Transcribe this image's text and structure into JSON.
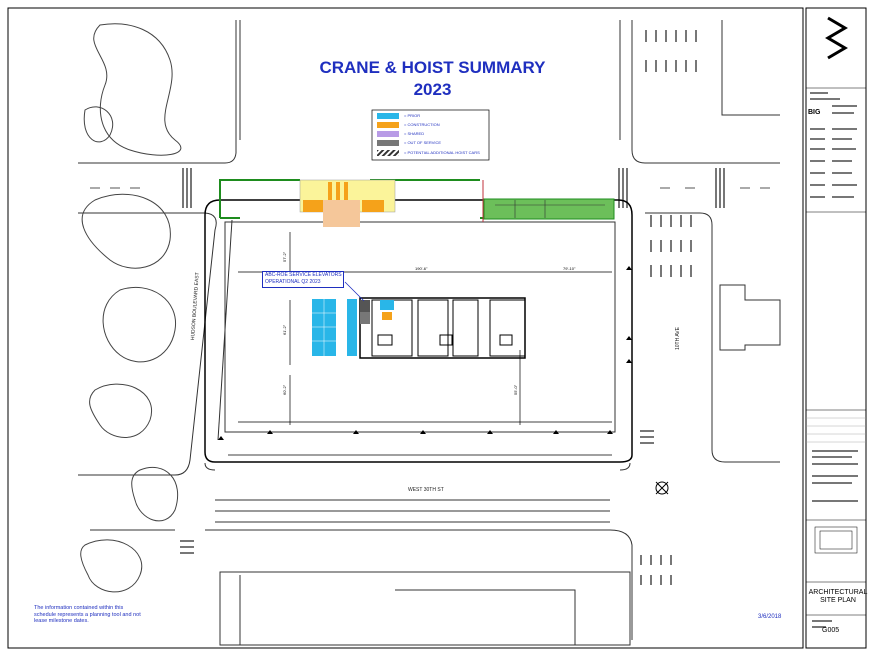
{
  "title": {
    "line1": "CRANE & HOIST SUMMARY",
    "line2": "2023"
  },
  "legend": [
    {
      "label": "= PRIOR",
      "color": "#29b6e8"
    },
    {
      "label": "= CONSTRUCTION",
      "color": "#f5a21a"
    },
    {
      "label": "= SHARED",
      "color": "#b89be6"
    },
    {
      "label": "= OUT OF SERVICE",
      "color": "#777777"
    },
    {
      "label": "= POTENTIAL ADDITIONAL HOIST CARS",
      "color": "hatched"
    }
  ],
  "callout": {
    "line1": "ABC-ROE SERVICE ELEVATORS",
    "line2": "OPERATIONAL Q2 2023"
  },
  "note": "The information contained within this schedule represents a planning tool and not lease milestone dates.",
  "date": "3/6/2018",
  "streets": {
    "west": "HUDSON BOULEVARD EAST",
    "south": "WEST 30TH ST",
    "east": "10TH AVE"
  },
  "dimensions": [
    "190'-6\"",
    "79'-10\"",
    "57'-2\"",
    "61'-2\"",
    "60'-2\"",
    "55'-0\""
  ],
  "title_block": {
    "sheet_title": "ARCHITECTURAL SITE PLAN",
    "sheet_number": "G005",
    "logo_text": "BIG"
  }
}
